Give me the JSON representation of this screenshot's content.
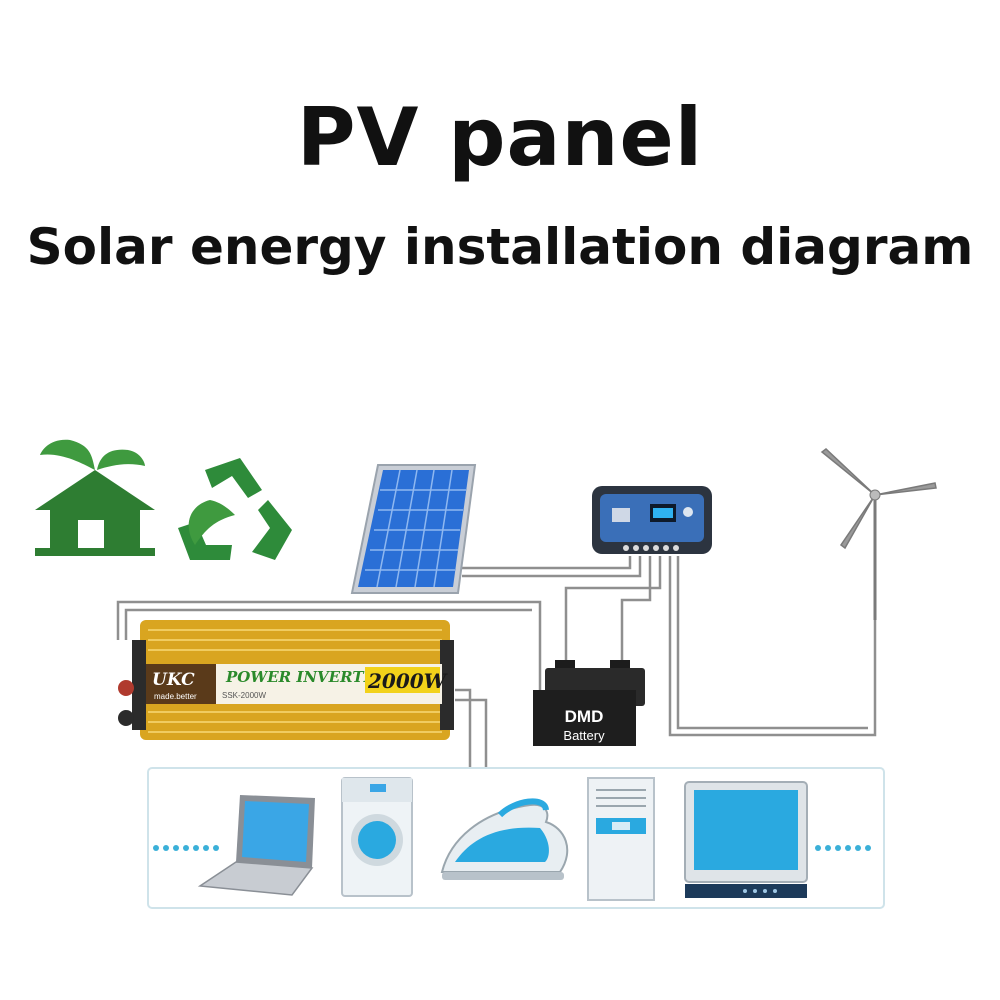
{
  "title": "PV panel",
  "subtitle": "Solar energy installation diagram",
  "inverter": {
    "brand": "UKC",
    "brand_sub": "made.better",
    "label": "POWER INVERTER",
    "power": "2000W",
    "model": "SSK-2000W"
  },
  "battery": {
    "brand": "DMD",
    "label": "Battery"
  },
  "colors": {
    "eco_green": "#2e7d32",
    "panel_blue": "#2a6fd6",
    "inverter_gold": "#d9a520",
    "wire": "#8a8a8a",
    "appliance_blue": "#2aa9e0",
    "dots": "#3bb0d8"
  },
  "icons": [
    "eco-house-icon",
    "recycle-icon",
    "solar-panel-icon",
    "charge-controller-icon",
    "wind-turbine-icon",
    "laptop-icon",
    "washing-machine-icon",
    "iron-icon",
    "air-conditioner-icon",
    "tv-icon"
  ]
}
